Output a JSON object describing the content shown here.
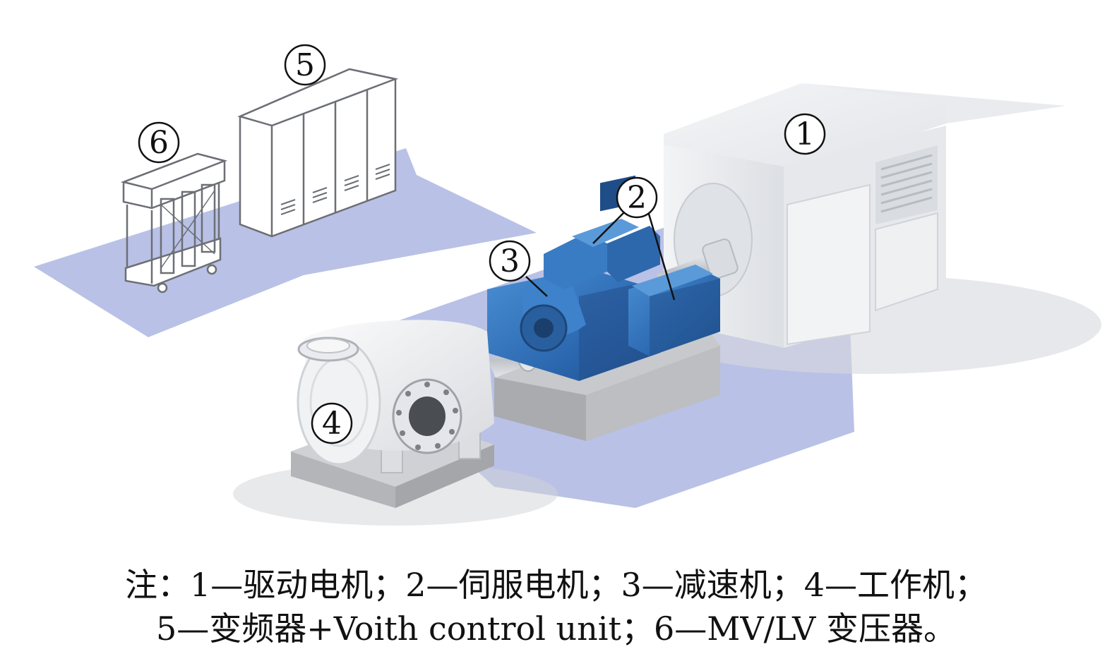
{
  "labels": {
    "l1": "1",
    "l2": "2",
    "l3": "3",
    "l4": "4",
    "l5": "5",
    "l6": "6"
  },
  "caption": {
    "line1": "注：1—驱动电机；2—伺服电机；3—减速机；4—工作机；",
    "line2": "5—变频器+Voith control unit；6—MV/LV 变压器。"
  },
  "colors": {
    "floor": "#b9c1e6",
    "gear_blue": "#2f6fb8",
    "motor_white": "#eceef1",
    "base_grey": "#a9abae"
  }
}
